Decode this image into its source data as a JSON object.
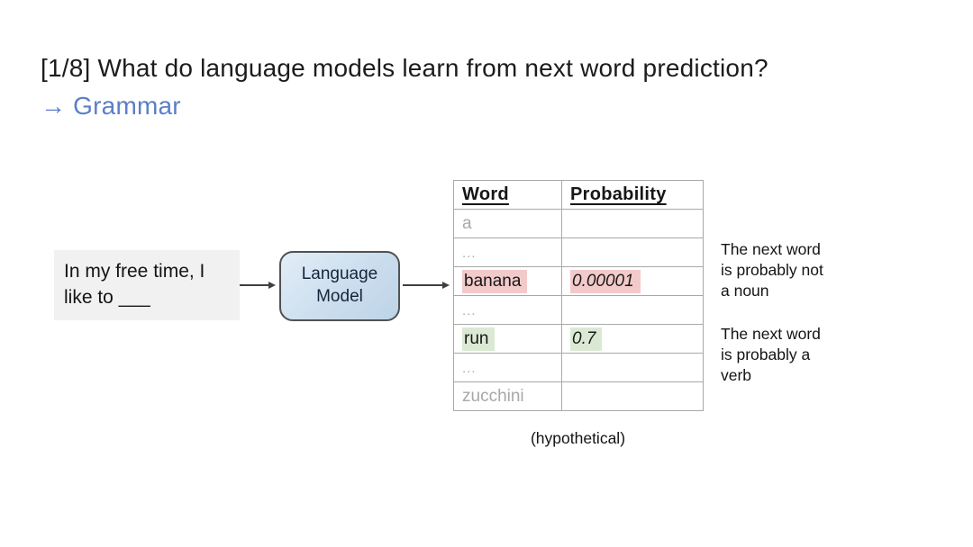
{
  "slide": {
    "title": "[1/8] What do language models learn from next word prediction?",
    "subtitle": "→ Grammar",
    "subtitle_color": "#5b7ec8"
  },
  "diagram": {
    "input_text": "In my free time, I\nlike to ___",
    "model_text": "Language\nModel",
    "colors": {
      "input_bg": "#f1f1f1",
      "model_fill": "#cbdeee",
      "model_border": "#4f5355",
      "arrow": "#3f3f3f",
      "pink_highlight": "#f3caca",
      "green_highlight": "#dbe9d4",
      "muted_text": "#a8a8a8"
    }
  },
  "table": {
    "headers": [
      "Word",
      "Probability"
    ],
    "rows": [
      {
        "word": "a",
        "prob": "",
        "style": "muted"
      },
      {
        "word": "...",
        "prob": "",
        "style": "muted"
      },
      {
        "word": "banana",
        "prob": "0.00001",
        "style": "pink"
      },
      {
        "word": "...",
        "prob": "",
        "style": "muted"
      },
      {
        "word": "run",
        "prob": "0.7",
        "style": "green"
      },
      {
        "word": "...",
        "prob": "",
        "style": "muted"
      },
      {
        "word": "zucchini",
        "prob": "",
        "style": "muted"
      }
    ],
    "caption": "(hypothetical)"
  },
  "annotations": [
    {
      "text": "The next word\nis probably not\na noun"
    },
    {
      "text": "The next word\nis probably a\nverb"
    }
  ]
}
